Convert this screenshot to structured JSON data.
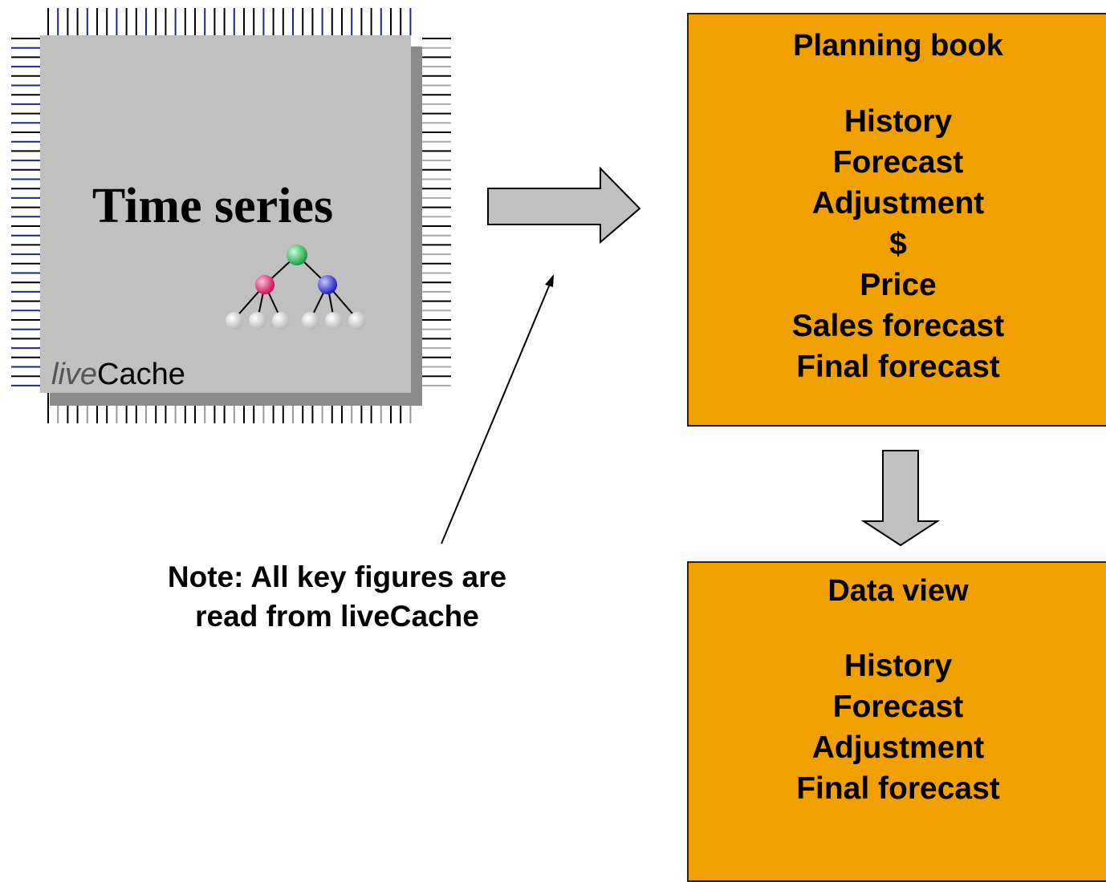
{
  "chip": {
    "title": "Time series",
    "brand_italic": "live",
    "brand_rest": "Cache"
  },
  "planning_book": {
    "title": "Planning book",
    "items": [
      "History",
      "Forecast",
      "Adjustment",
      "$",
      "Price",
      "Sales forecast",
      "Final forecast"
    ]
  },
  "data_view": {
    "title": "Data view",
    "items": [
      "History",
      "Forecast",
      "Adjustment",
      "Final forecast"
    ]
  },
  "note": {
    "line1": "Note:  All key figures are",
    "line2": "read from liveCache"
  },
  "colors": {
    "box_fill": "#f0a000",
    "chip_fill": "#c0c0c0",
    "arrow_fill": "#c0c0c0",
    "pin_blue": "#1a2a8a"
  }
}
